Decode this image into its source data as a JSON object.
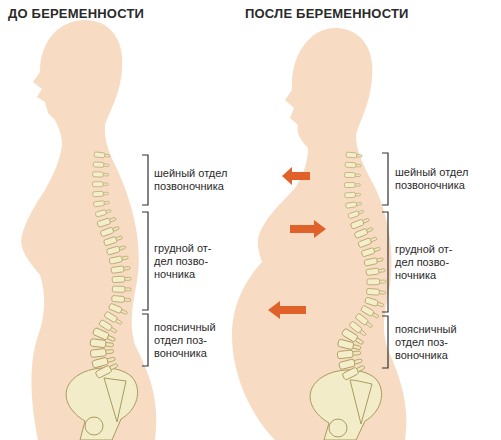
{
  "diagram": {
    "labels": [
      "ДО БЕРЕМЕННОСТИ",
      "ПОСЛЕ БЕРЕМЕННОСТИ",
      "шейный отдел позвоночника",
      "грудной от- дел позво- ночника",
      "поясничный отдел поз- воночника",
      "шейный отдел позвоночника",
      "грудной от- дел позво- ночника",
      "поясничный отдел поз- воночника"
    ]
  }
}
